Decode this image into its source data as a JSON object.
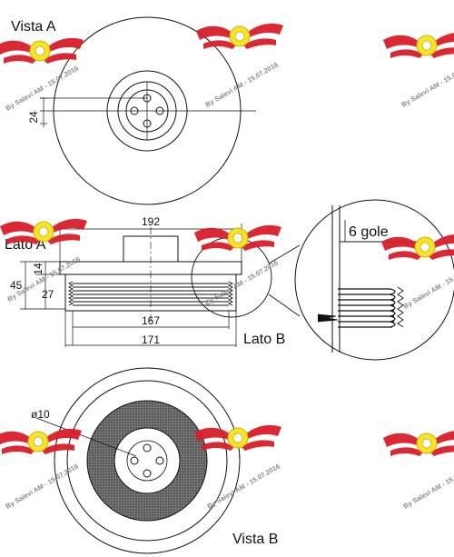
{
  "views": {
    "view_a_label": "Vista A",
    "side_a_label": "Lato A",
    "side_b_label": "Lato B",
    "view_b_label": "Vista B"
  },
  "dimensions": {
    "hub_offset": "24",
    "overall_width": "192",
    "total_height": "45",
    "upper_height": "14",
    "lower_height": "27",
    "groove_width": "167",
    "pulley_width": "171",
    "hole_diameter": "ø10"
  },
  "detail": {
    "grooves_label": "6 gole"
  },
  "watermark": {
    "text": "By Salevi AM - 15.07.2016"
  },
  "colors": {
    "logo_red": "#d91e2a",
    "logo_yellow": "#f7e21c",
    "rubber_gray": "#7a7a7a",
    "line": "#111111"
  }
}
